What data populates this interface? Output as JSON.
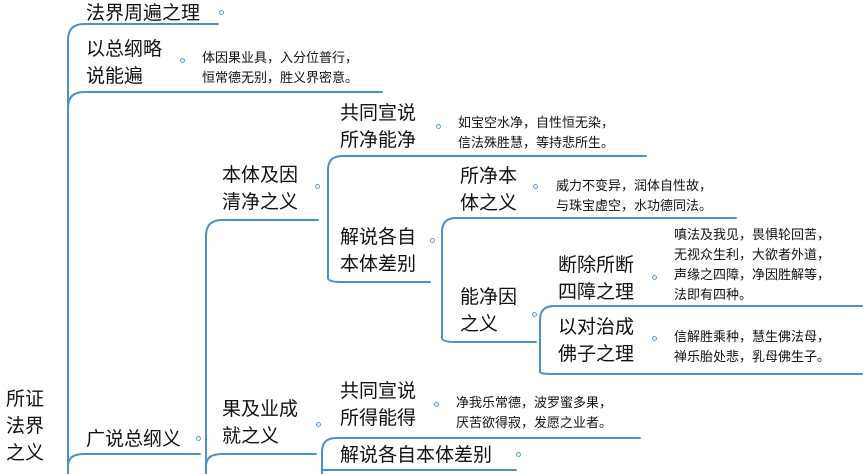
{
  "root": {
    "label_lines": [
      "所证",
      "法界",
      "之义"
    ]
  },
  "nodes": {
    "fajie": "法界周遍之理",
    "yizong": {
      "label_lines": [
        "以总纲略",
        "说能遍"
      ],
      "note_lines": [
        "体因果业具，入分位普行，",
        "恒常德无别，胜义界密意。"
      ]
    },
    "guangshuo": "广说总纲义",
    "benti": {
      "label_lines": [
        "本体及因",
        "清净之义"
      ]
    },
    "gongtong1": {
      "label_lines": [
        "共同宣说",
        "所净能净"
      ],
      "note_lines": [
        "如宝空水净，自性恒无染，",
        "信法殊胜慧，等持悲所生。"
      ]
    },
    "jieshuo1": {
      "label_lines": [
        "解说各自",
        "本体差别"
      ]
    },
    "suojing": {
      "label_lines": [
        "所净本",
        "体之义"
      ],
      "note_lines": [
        "威力不变异，润体自性故，",
        "与珠宝虚空，水功德同法。"
      ]
    },
    "nengjing": {
      "label_lines": [
        "能净因",
        "之义"
      ]
    },
    "duanchu": {
      "label_lines": [
        "断除所断",
        "四障之理"
      ],
      "note_lines": [
        "嗔法及我见，畏惧轮回苦，",
        "无视众生利，大欲者外道，",
        "声缘之四障，净因胜解等，",
        "法即有四种。"
      ]
    },
    "yidui": {
      "label_lines": [
        "以对治成",
        "佛子之理"
      ],
      "note_lines": [
        "信解胜乘种，慧生佛法母，",
        "禅乐胎处悲，乳母佛生子。"
      ]
    },
    "guoji": {
      "label_lines": [
        "果及业成",
        "就之义"
      ]
    },
    "gongtong2": {
      "label_lines": [
        "共同宣说",
        "所得能得"
      ],
      "note_lines": [
        "净我乐常德，波罗蜜多果，",
        "厌苦欲得寂，发愿之业者。"
      ]
    },
    "jieshuo2": "解说各自本体差别"
  },
  "colors": {
    "line": "#4e8fc5",
    "dot": "#5b9bd5",
    "text": "#111111"
  }
}
